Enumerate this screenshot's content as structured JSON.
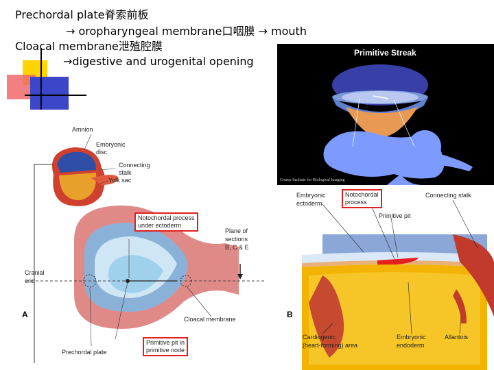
{
  "text": {
    "line1": "Prechordal plate脊索前板",
    "line2": "→ oropharyngeal membrane口咽膜 → mouth",
    "line3": "Cloacal membrane泄殖腔膜",
    "line4": "→digestive and urogenital opening"
  },
  "streak": {
    "title": "Primitive Streak",
    "credit": "Crump Institute for Biological Imaging"
  },
  "figure_a": {
    "letter": "A",
    "amnion": "Amnion",
    "embryonic_disc_1": "Embryonic",
    "embryonic_disc_2": "disc",
    "connecting_stalk_1": "Connecting",
    "connecting_stalk_2": "stalk",
    "yolk_sac": "Yolk sac",
    "notochordal_1": "Notochordal process",
    "notochordal_2": "under ectoderm",
    "plane_1": "Plane of",
    "plane_2": "sections",
    "plane_3": "B, C & E",
    "cranial_1": "Cranial",
    "cranial_2": "end",
    "cloacal": "Cloacal membrane",
    "primitive_pit_1": "Primitive pit in",
    "primitive_pit_2": "primitive node",
    "prechordal": "Prechordal plate"
  },
  "figure_b": {
    "letter": "B",
    "ecto_1": "Embryonic",
    "ecto_2": "ectoderm",
    "noto_1": "Notochordal",
    "noto_2": "process",
    "connecting": "Connecting stalk",
    "pit": "Primitive pit",
    "cardio_1": "Cardiogenic",
    "cardio_2": "(heart-forming) area",
    "endo_1": "Embryonic",
    "endo_2": "endoderm",
    "allantois": "Allantois"
  }
}
